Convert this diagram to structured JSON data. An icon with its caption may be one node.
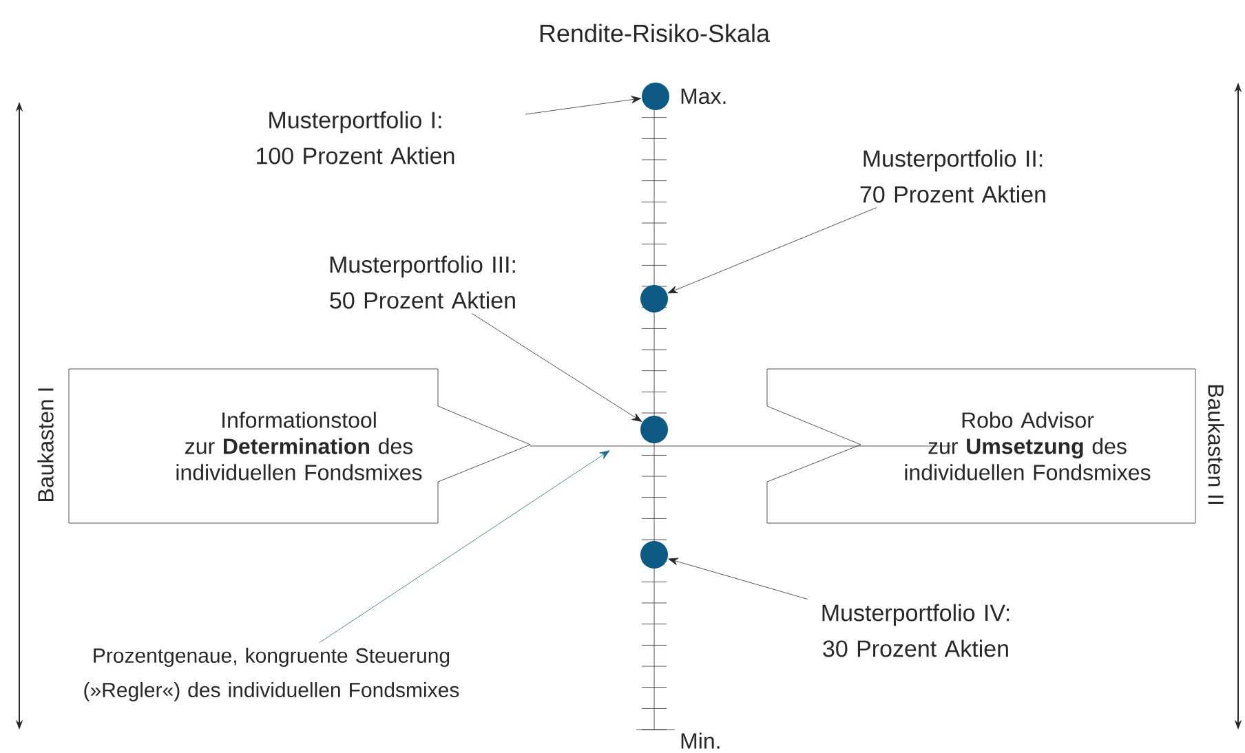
{
  "diagram": {
    "title": "Rendite-Risiko-Skala",
    "nodes": [
      {
        "text": [
          "Musterportfolio I: 100 Prozent Aktien"
        ]
      },
      {
        "text": [],
        "shape": "circle"
      },
      {
        "text": [
          "Musterportfolio II: 70 Prozent Aktien"
        ]
      },
      {
        "text": [],
        "shape": "circle"
      },
      {
        "text": [
          "Musterportfolio III: 50 Prozent Aktien"
        ]
      },
      {
        "text": [],
        "shape": "circle"
      },
      {
        "text": [
          "Informationstool",
          "zur **Determination** des individuellen Fondsmixes"
        ]
      },
      {
        "text": [
          "Robo Advisor",
          "zur **Umsetzung** des individuellen Fondsmixes"
        ]
      },
      {
        "text": [],
        "shape": "circle"
      },
      {
        "text": [
          "Musterportfolio IV: 30 Prozent Aktien"
        ]
      },
      {
        "text": [
          "Prozentgenaue, kongruente Steuerung (»Regler«) des individuellen Fondsmixes"
        ]
      }
    ],
    "edges": [
      {
        "from": 0,
        "to": 1,
        "arrow": "to"
      },
      {
        "from": 2,
        "to": 3,
        "arrow": "to"
      },
      {
        "from": 4,
        "to": 5,
        "arrow": "to"
      },
      {
        "from": 9,
        "to": 8,
        "arrow": "to"
      },
      {
        "from": 6,
        "to": 7,
        "arrow": "none"
      },
      {
        "from": 10,
        "to": null,
        "arrow": "to",
        "color": "#1f6a8f"
      }
    ],
    "labels": [
      "Max.",
      "Min.",
      "Baukasten I",
      "Baukasten II"
    ]
  }
}
